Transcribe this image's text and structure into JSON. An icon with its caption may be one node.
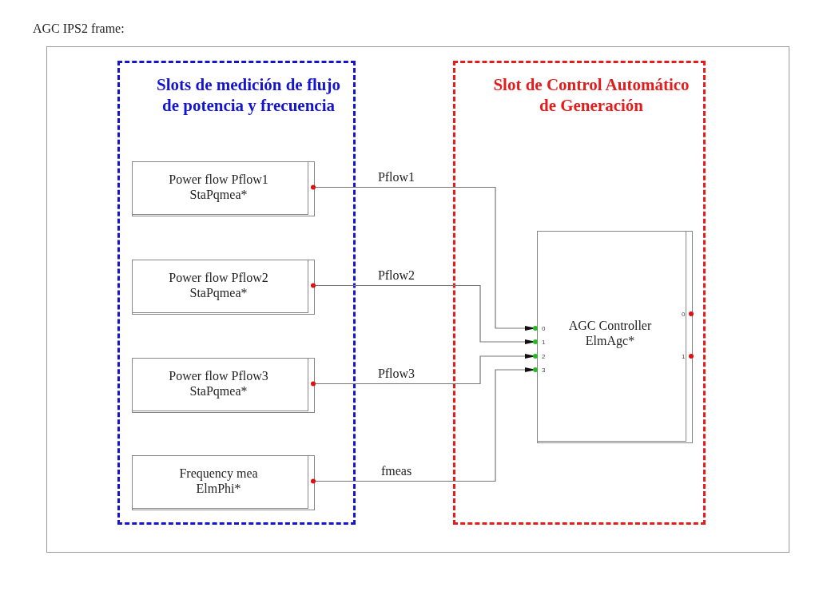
{
  "diagram": {
    "nodes": [
      {
        "text": [
          "AGC IPS2 frame:"
        ]
      },
      {
        "text": [
          "Slots de medición de flujo de potencia y frecuencia"
        ],
        "in": 0
      },
      {
        "text": [
          "Power flow Pflow1",
          "StaPqmea*"
        ],
        "in": 1
      },
      {
        "text": [
          "Power flow Pflow2",
          "StaPqmea*"
        ],
        "in": 1
      },
      {
        "text": [
          "Power flow Pflow3",
          "StaPqmea*"
        ],
        "in": 1
      },
      {
        "text": [
          "Frequency mea",
          "ElmPhi*"
        ],
        "in": 1
      },
      {
        "text": [
          "Slot de Control Automático de Generación"
        ],
        "in": 0
      },
      {
        "text": [
          "AGC Controller",
          "ElmAgc*"
        ],
        "in": 6
      }
    ],
    "edges": [
      {
        "from": 2,
        "to": 7,
        "arrow": "to",
        "label": "Pflow1"
      },
      {
        "from": 3,
        "to": 7,
        "arrow": "to",
        "label": "Pflow2"
      },
      {
        "from": 4,
        "to": 7,
        "arrow": "to",
        "label": "Pflow3"
      },
      {
        "from": 5,
        "to": 7,
        "arrow": "to",
        "label": "fmeas"
      }
    ],
    "labels": [
      "0",
      "1",
      "2",
      "3",
      "0",
      "1"
    ]
  }
}
